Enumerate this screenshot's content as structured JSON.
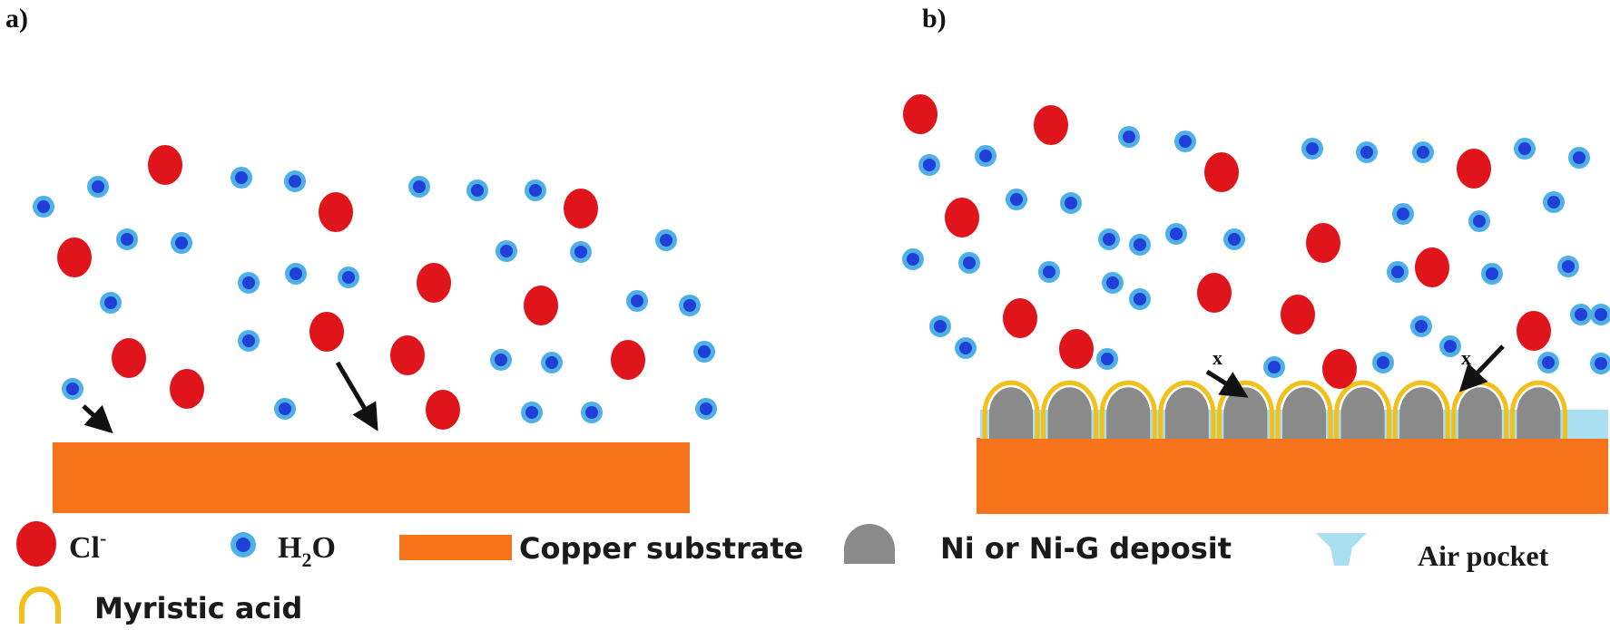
{
  "panels": {
    "a_label": "a)",
    "b_label": "b)",
    "barrier_mark": "x"
  },
  "legend": {
    "chloride": {
      "main": "Cl",
      "sup": "-"
    },
    "water": {
      "main": "H",
      "sub": "2",
      "tail": "O"
    },
    "copper": "Copper substrate",
    "deposit": "Ni or Ni-G deposit",
    "air": "Air pocket",
    "myristic": "Myristic acid"
  },
  "colors": {
    "chloride": "#e0151c",
    "water_core": "#1f3fd6",
    "water_halo": "#4fb0e8",
    "copper": "#f7731b",
    "deposit": "#8a8a8a",
    "myristic": "#f2c01a",
    "air": "#a9dff0",
    "arrow": "#111111"
  }
}
